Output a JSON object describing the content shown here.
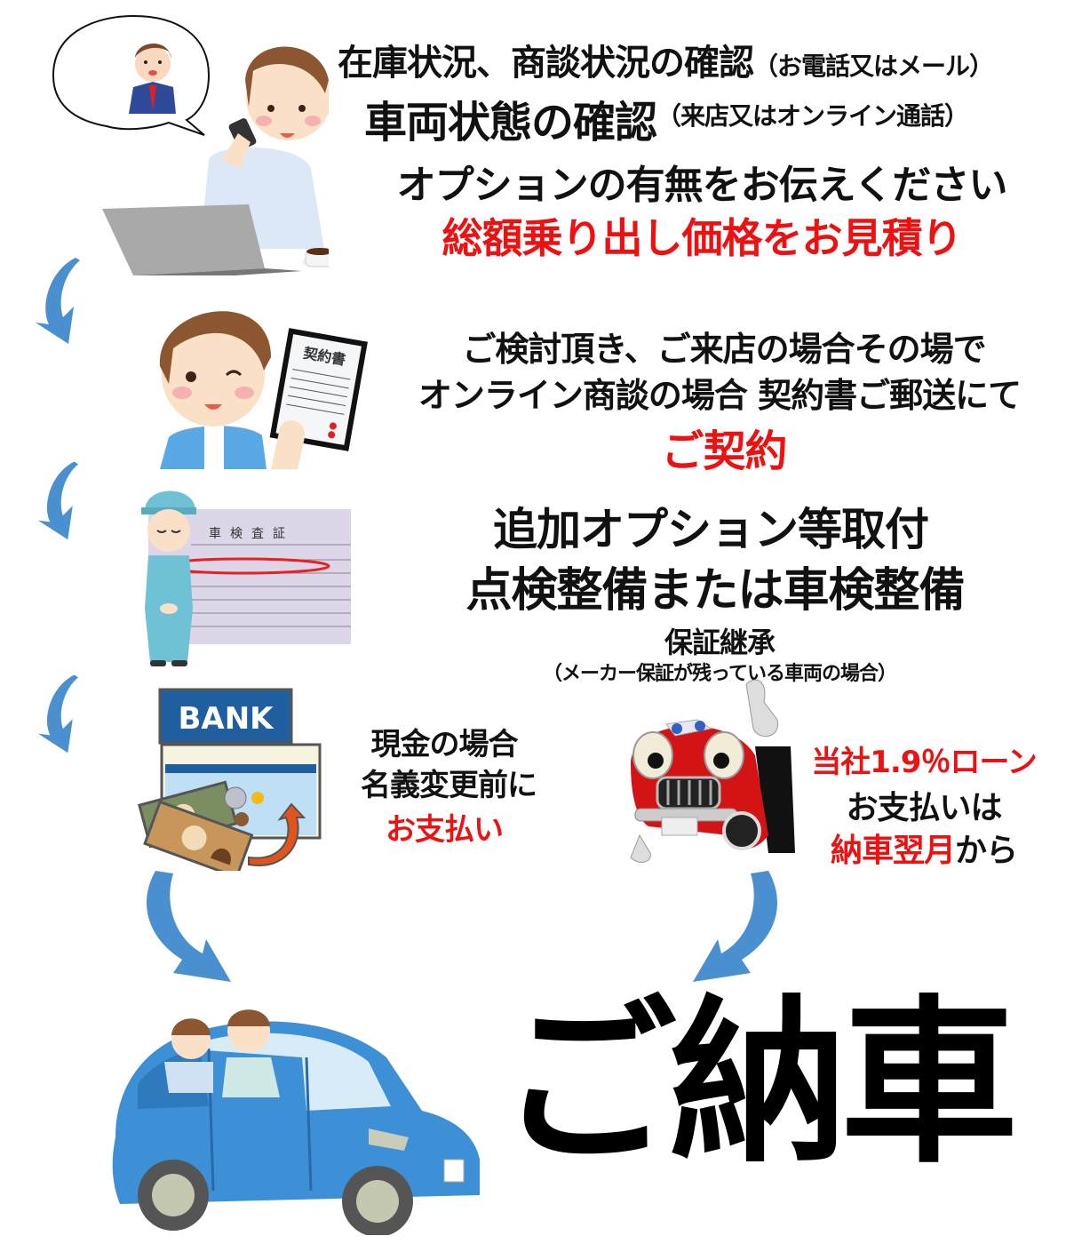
{
  "step1": {
    "line1_main": "在庫状況、商談状況の確認",
    "line1_paren": "（お電話又はメール）",
    "line2_main": "車両状態の確認",
    "line2_paren": "（来店又はオンライン通話）",
    "line3": "オプションの有無をお伝えください",
    "line4_highlight": "総額乗り出し価格をお見積り",
    "illustration": "man-on-phone-with-laptop",
    "bubble_illustration": "salesman-on-phone"
  },
  "step2": {
    "line1": "ご検討頂き、ご来店の場合その場で",
    "line2": "オンライン商談の場合 契約書ご郵送にて",
    "line3_highlight": "ご契約",
    "illustration": "man-holding-contract",
    "document_label": "契約書"
  },
  "step3": {
    "line1": "追加オプション等取付",
    "line2": "点検整備または車検整備",
    "line3": "保証継承",
    "line4": "（メーカー保証が残っている車両の場合）",
    "illustration": "mechanic-with-inspection-certificate",
    "document_label": "車検査証"
  },
  "step4": {
    "cash": {
      "line1": "現金の場合",
      "line2": "名義変更前に",
      "line3_highlight": "お支払い",
      "illustration": "bank-with-money",
      "bank_label": "BANK"
    },
    "loan": {
      "line1_highlight": "当社1.9％ローン",
      "line2": "お支払いは",
      "line3_highlight": "納車翌月",
      "line3_suffix": "から",
      "illustration": "red-car-mascot-pointing"
    }
  },
  "final": {
    "label": "ご納車",
    "illustration": "family-in-blue-car"
  },
  "colors": {
    "text": "#111111",
    "highlight": "#ee1111",
    "arrow": "#4a90d0",
    "bank_blue": "#1f5fa0",
    "car_blue": "#3d8fd6"
  }
}
